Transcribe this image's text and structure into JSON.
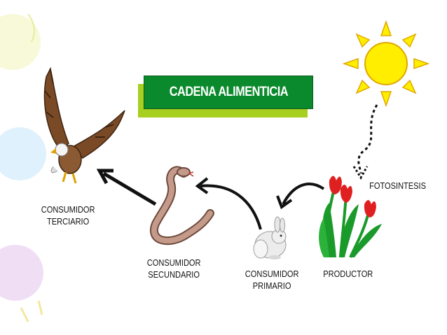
{
  "title": "CADENA ALIMENTICIA",
  "labels": {
    "fotosintesis": "FOTOSINTESIS",
    "productor": "PRODUCTOR",
    "primario_1": "CONSUMIDOR",
    "primario_2": "PRIMARIO",
    "secundario_1": "CONSUMIDOR",
    "secundario_2": "SECUNDARIO",
    "terciario_1": "CONSUMIDOR",
    "terciario_2": "TERCIARIO"
  },
  "icons": [
    "sun-icon",
    "tulips-icon",
    "rabbit-icon",
    "snake-icon",
    "eagle-icon"
  ],
  "colors": {
    "title_bg": "#0a8a2c",
    "title_shadow": "#a6cf1f",
    "sun": "#ffee00",
    "sun_outline": "#e0a800",
    "tulip": "#e02020",
    "leaf": "#1a9a2a",
    "snake": "#c49a8a",
    "eagle": "#7a4a26"
  }
}
